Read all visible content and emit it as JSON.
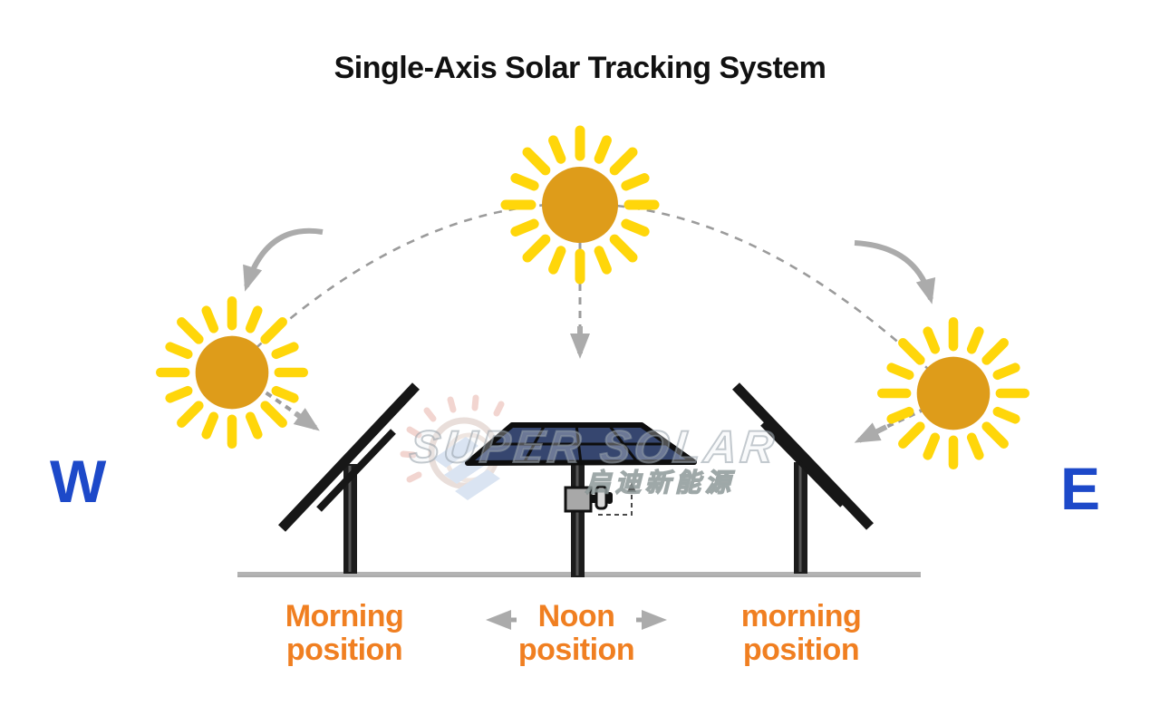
{
  "title": "Single-Axis Solar Tracking System",
  "compass": {
    "west": "W",
    "east": "E"
  },
  "positions": [
    {
      "name": "west-morning",
      "line1": "Morning",
      "line2": "position"
    },
    {
      "name": "noon",
      "line1": "Noon",
      "line2": "position"
    },
    {
      "name": "east-morning",
      "line1": "morning",
      "line2": "position"
    }
  ],
  "watermark": {
    "brand": "SUPER SOLAR",
    "cjk": "启迪新能源"
  },
  "icons": [
    "sun-icon",
    "sun-path-dashed-arc",
    "curved-motion-arrow-icon",
    "sunray-arrow-icon",
    "noon-down-arrow-icon",
    "noon-left-arrow-icon",
    "noon-right-arrow-icon",
    "tracker-motor-icon",
    "watermark-sun-logo"
  ],
  "colors": {
    "sun_core": "#DE9C1A",
    "sun_ray": "#FFD60A",
    "arrow_gray": "#ABABAB",
    "arc_gray": "#9B9B9B",
    "panel_dark": "#171717",
    "cell_blue": "#36466F",
    "ground_gray": "#B3B3B3",
    "compass_blue": "#1D49C9",
    "label_orange": "#F07F21",
    "title_black": "#111111"
  }
}
